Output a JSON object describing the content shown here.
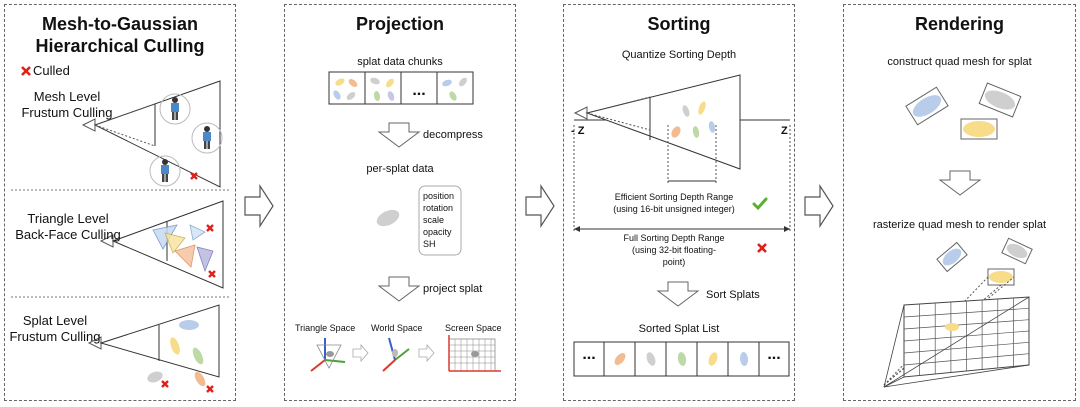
{
  "panels": {
    "culling": {
      "title_line1": "Mesh-to-Gaussian",
      "title_line2": "Hierarchical Culling",
      "legend": "Culled",
      "mesh_line1": "Mesh Level",
      "mesh_line2": "Frustum Culling",
      "tri_line1": "Triangle Level",
      "tri_line2": "Back-Face Culling",
      "splat_line1": "Splat Level",
      "splat_line2": "Frustum Culling"
    },
    "projection": {
      "title": "Projection",
      "chunks_label": "splat data chunks",
      "dots": "...",
      "decompress": "decompress",
      "per_splat": "per-splat data",
      "attributes": [
        "position",
        "rotation",
        "scale",
        "opacity",
        "SH"
      ],
      "project_splat": "project splat",
      "triangle_space": "Triangle Space",
      "world_space": "World Space",
      "screen_space": "Screen Space"
    },
    "sorting": {
      "title": "Sorting",
      "quantize": "Quantize Sorting Depth",
      "neg_z": "- Z",
      "pos_z": "Z",
      "efficient_line1": "Efficient Sorting Depth Range",
      "efficient_line2": "(using 16-bit unsigned integer)",
      "full_line1": "Full Sorting Depth Range",
      "full_line2": "(using 32-bit floating-",
      "full_line3": "point)",
      "sort_splats": "Sort Splats",
      "sorted_list": "Sorted Splat List",
      "dots": "..."
    },
    "rendering": {
      "title": "Rendering",
      "construct": "construct quad mesh for splat",
      "rasterize": "rasterize quad mesh to render splat"
    }
  },
  "colors": {
    "cull_red": "#e0201b",
    "check_green": "#5cb030",
    "splat_blue": "#b9cdea",
    "splat_yellow": "#f7dc8a",
    "splat_green": "#bcd9a6",
    "splat_orange": "#f3bb92",
    "splat_gray": "#cfcfcf",
    "splat_purple": "#c6c6e6"
  },
  "icons": [
    "cross-icon",
    "check-icon",
    "camera-icon",
    "person-icon",
    "down-arrow-icon",
    "right-arrow-icon",
    "axes-icon",
    "grid-icon"
  ]
}
